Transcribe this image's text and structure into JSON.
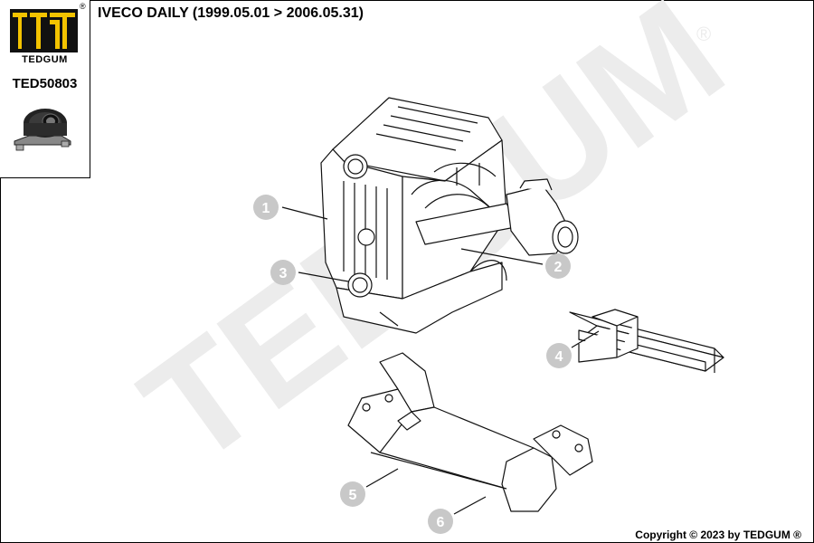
{
  "header": {
    "brand": "TEDGUM",
    "registered_symbol": "®",
    "part_number": "TED50803",
    "vehicle_title": "IVECO DAILY  (1999.05.01 > 2006.05.31)"
  },
  "watermark": {
    "text": "TEDGUM"
  },
  "callouts": [
    {
      "label": "1"
    },
    {
      "label": "2"
    },
    {
      "label": "3"
    },
    {
      "label": "4"
    },
    {
      "label": "5"
    },
    {
      "label": "6"
    }
  ],
  "footer": {
    "copyright": "Copyright © 2023 by TEDGUM ®"
  },
  "colors": {
    "callout_fill": "#c8c8c8",
    "watermark": "#ececec",
    "line": "#111111"
  },
  "icons": [
    "tedgum-logo-icon",
    "center-bearing-icon",
    "engine-drawing",
    "crossmember-drawing",
    "front-axle-drawing"
  ]
}
